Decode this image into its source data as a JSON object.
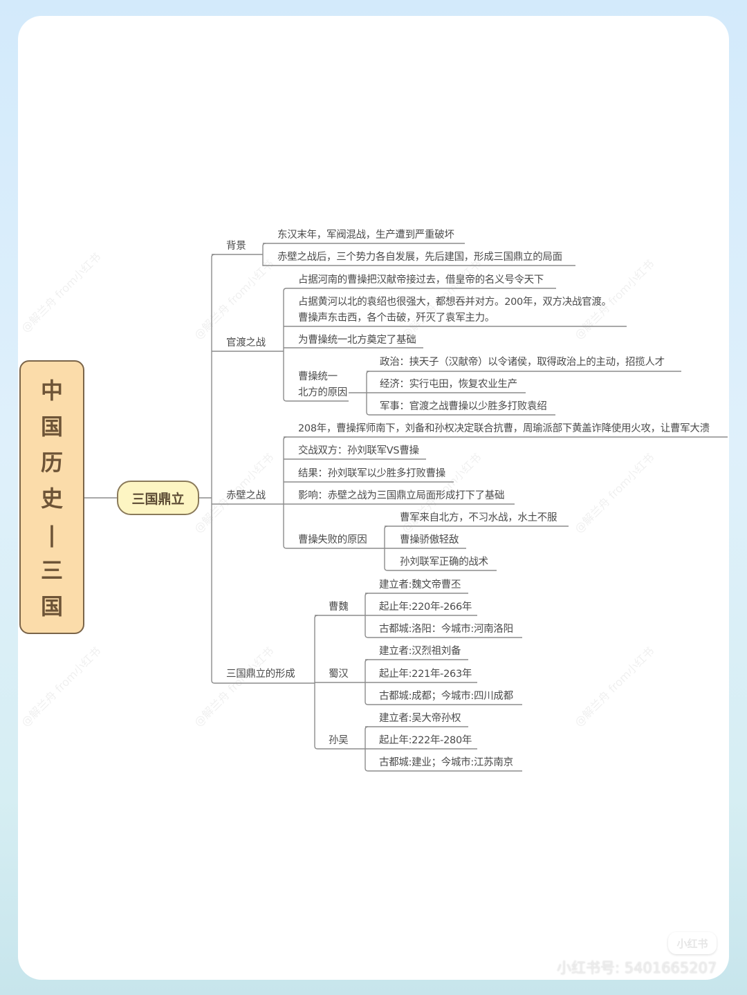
{
  "root": {
    "title_chars": [
      "中",
      "国",
      "历",
      "史",
      "|",
      "三",
      "国"
    ]
  },
  "center": {
    "label": "三国鼎立"
  },
  "branches": {
    "beijing": {
      "label": "背景",
      "items": [
        "东汉末年，军阀混战，生产遭到严重破坏",
        "赤壁之战后，三个势力各自发展，先后建国，形成三国鼎立的局面"
      ]
    },
    "guandu": {
      "label": "官渡之战",
      "items": [
        "占据河南的曹操把汉献帝接过去，借皇帝的名义号令天下",
        "占据黄河以北的袁绍也很强大，都想吞并对方。200年，双方决战官渡。",
        "曹操声东击西，各个击破，歼灭了袁军主力。",
        "为曹操统一北方奠定了基础"
      ],
      "reasons": {
        "label_line1": "曹操统一",
        "label_line2": "北方的原因",
        "items": [
          "政治：挟天子（汉献帝）以令诸侯，取得政治上的主动，招揽人才",
          "经济：实行屯田，恢复农业生产",
          "军事：官渡之战曹操以少胜多打败袁绍"
        ]
      }
    },
    "chibi": {
      "label": "赤壁之战",
      "items": [
        "208年，曹操挥师南下，刘备和孙权决定联合抗曹，周瑜派部下黄盖诈降使用火攻，让曹军大溃",
        "交战双方：孙刘联军VS曹操",
        "结果：孙刘联军以少胜多打败曹操",
        "影响：赤壁之战为三国鼎立局面形成打下了基础"
      ],
      "failure": {
        "label": "曹操失败的原因",
        "items": [
          "曹军来自北方，不习水战，水土不服",
          "曹操骄傲轻敌",
          "孙刘联军正确的战术"
        ]
      }
    },
    "formation": {
      "label": "三国鼎立的形成",
      "states": [
        {
          "name": "曹魏",
          "items": [
            "建立者:魏文帝曹丕",
            "起止年:220年-266年",
            "古都城:洛阳：今城市:河南洛阳"
          ]
        },
        {
          "name": "蜀汉",
          "items": [
            "建立者:汉烈祖刘备",
            "起止年:221年-263年",
            "古都城:成都；今城市:四川成都"
          ]
        },
        {
          "name": "孙吴",
          "items": [
            "建立者:吴大帝孙权",
            "起止年:222年-280年",
            "古都城:建业；今城市:江苏南京"
          ]
        }
      ]
    }
  },
  "watermark": {
    "text": "@解兰舟 from小红书"
  },
  "footer": {
    "logo": "小红书",
    "account_id": "小红书号: 5401665207"
  },
  "colors": {
    "line": "#8c8c8c",
    "root_fill": "#fbdcaa",
    "center_fill": "#fdf5c3",
    "text": "#4a4a4a",
    "root_text": "#6d5437"
  }
}
